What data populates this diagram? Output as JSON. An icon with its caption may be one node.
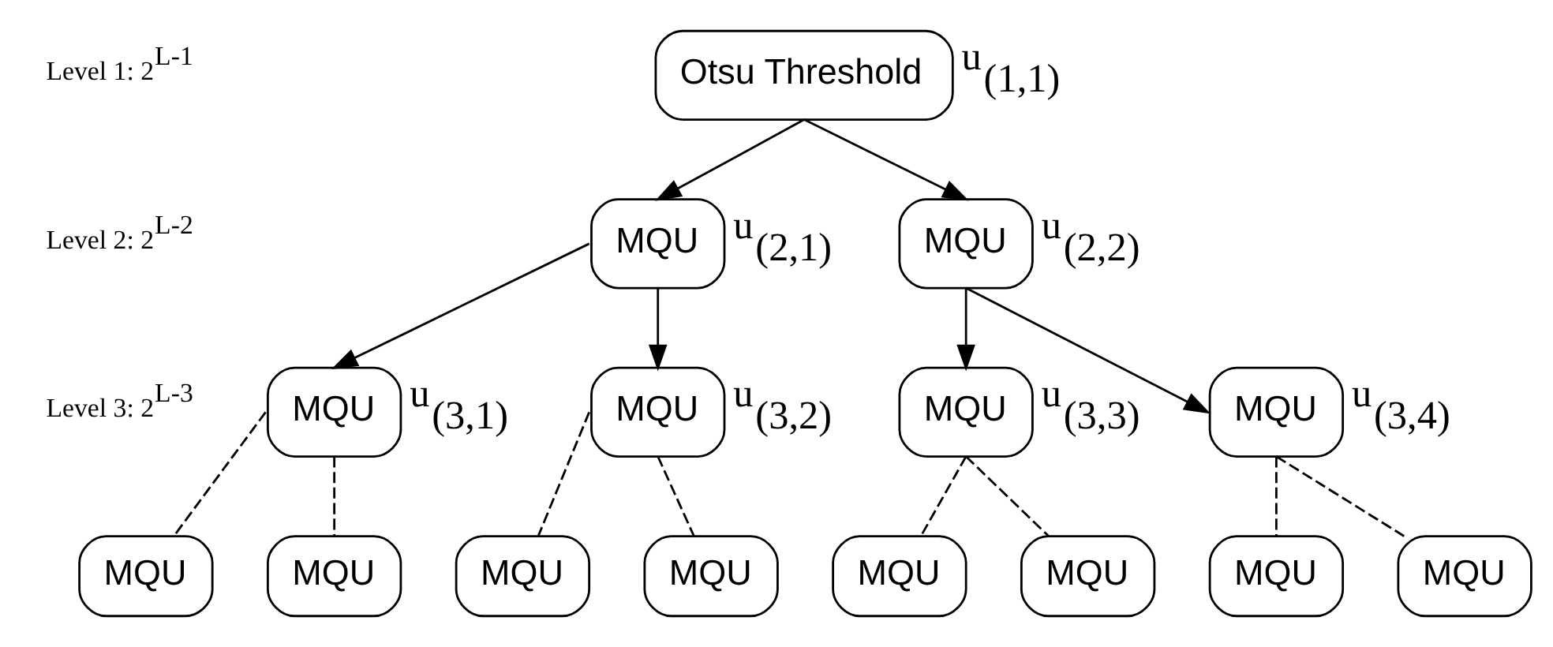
{
  "diagram": {
    "nodes": [
      {
        "text": [
          "Otsu Threshold"
        ],
        "beside": [
          "u$_{(1,1)}$"
        ]
      },
      {
        "text": [
          "MQU"
        ],
        "beside": [
          "u$_{(2,1)}$"
        ]
      },
      {
        "text": [
          "MQU"
        ],
        "beside": [
          "u$_{(2,2)}$"
        ]
      },
      {
        "text": [
          "MQU"
        ],
        "beside": [
          "u$_{(3,1)}$"
        ]
      },
      {
        "text": [
          "MQU"
        ],
        "beside": [
          "u$_{(3,2)}$"
        ]
      },
      {
        "text": [
          "MQU"
        ],
        "beside": [
          "u$_{(3,3)}$"
        ]
      },
      {
        "text": [
          "MQU"
        ],
        "beside": [
          "u$_{(3,4)}$"
        ]
      },
      {
        "text": [
          "MQU"
        ]
      },
      {
        "text": [
          "MQU"
        ]
      },
      {
        "text": [
          "MQU"
        ]
      },
      {
        "text": [
          "MQU"
        ]
      },
      {
        "text": [
          "MQU"
        ]
      },
      {
        "text": [
          "MQU"
        ]
      },
      {
        "text": [
          "MQU"
        ]
      },
      {
        "text": [
          "MQU"
        ]
      }
    ],
    "edges": [
      {
        "from": 0,
        "to": 1,
        "arrow": "to"
      },
      {
        "from": 0,
        "to": 2,
        "arrow": "to"
      },
      {
        "from": 1,
        "to": 3,
        "arrow": "to"
      },
      {
        "from": 1,
        "to": 4,
        "arrow": "to"
      },
      {
        "from": 2,
        "to": 5,
        "arrow": "to"
      },
      {
        "from": 2,
        "to": 6,
        "arrow": "to"
      },
      {
        "from": 3,
        "to": 7,
        "arrow": "none",
        "style": "dashed"
      },
      {
        "from": 3,
        "to": 8,
        "arrow": "none",
        "style": "dashed"
      },
      {
        "from": 4,
        "to": 9,
        "arrow": "none",
        "style": "dashed"
      },
      {
        "from": 4,
        "to": 10,
        "arrow": "none",
        "style": "dashed"
      },
      {
        "from": 5,
        "to": 11,
        "arrow": "none",
        "style": "dashed"
      },
      {
        "from": 5,
        "to": 12,
        "arrow": "none",
        "style": "dashed"
      },
      {
        "from": 6,
        "to": 13,
        "arrow": "none",
        "style": "dashed"
      },
      {
        "from": 6,
        "to": 14,
        "arrow": "none",
        "style": "dashed"
      }
    ],
    "labels": [
      "Level 1: 2$^{L-1}$",
      "Level 2: 2$^{L-2}$",
      "Level 3: 2$^{L-3}$"
    ]
  }
}
